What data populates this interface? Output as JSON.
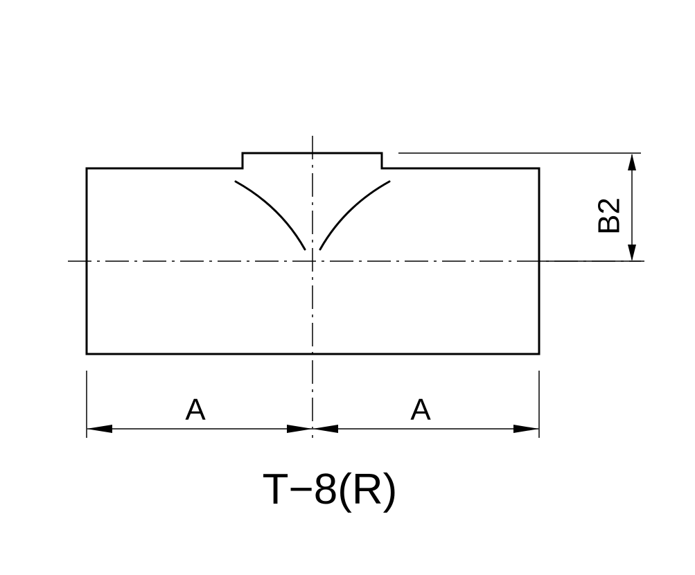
{
  "diagram": {
    "dimension_labels": {
      "left_width": "A",
      "right_width": "A",
      "height": "B2"
    },
    "caption": "T−8(R)"
  }
}
